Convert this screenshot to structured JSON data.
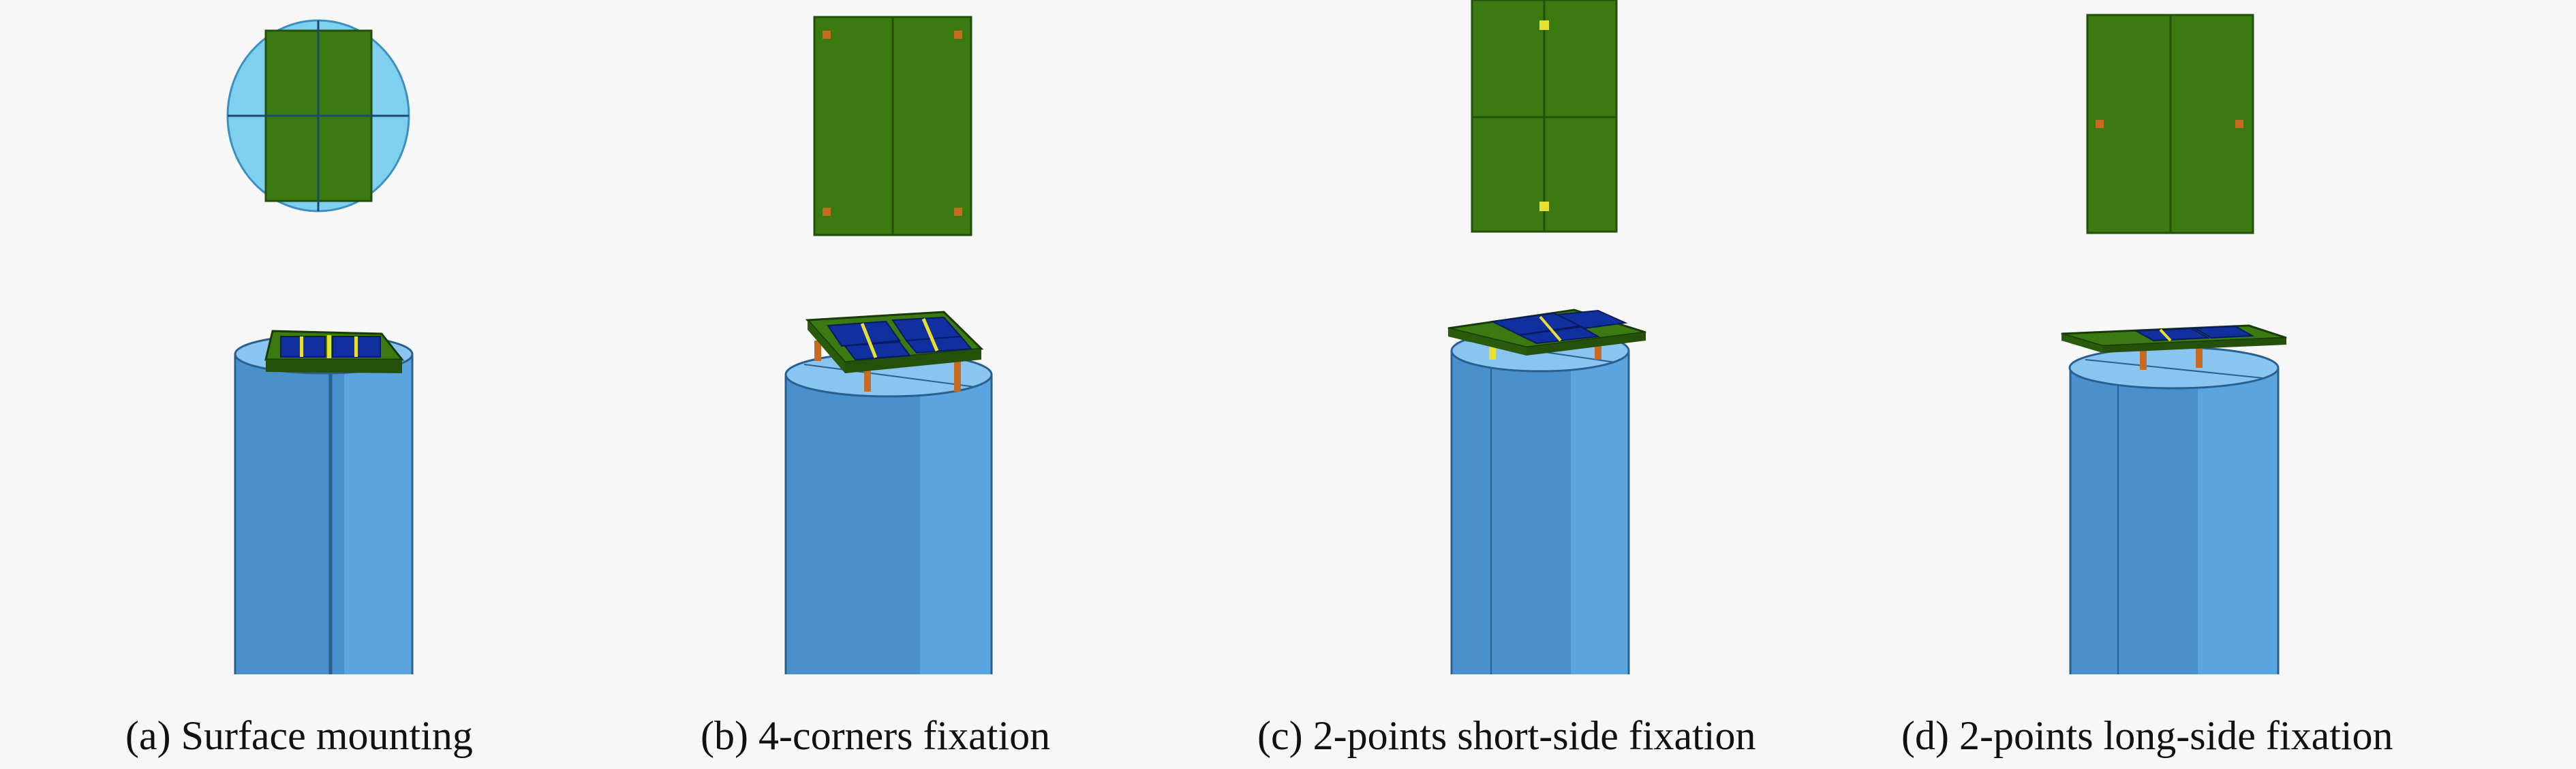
{
  "figure": {
    "panels": [
      {
        "id": "a",
        "caption": "(a) Surface mounting"
      },
      {
        "id": "b",
        "caption": "(b) 4-corners fixation"
      },
      {
        "id": "c",
        "caption": "(c) 2-points short-side fixation"
      },
      {
        "id": "d",
        "caption": "(d) 2-points long-side fixation"
      }
    ]
  },
  "colors": {
    "background": "#f7f7f7",
    "board_green": "#3a7a10",
    "board_edge": "#24500a",
    "cylinder_light": "#5aa5e0",
    "cylinder_dark": "#4a90cc",
    "cylinder_top": "#8ac4f0",
    "disc_cyan": "#7fd0ee",
    "panel_blue": "#1030a0",
    "fixation_orange": "#c86a20",
    "fixation_yellow": "#e8e030"
  }
}
